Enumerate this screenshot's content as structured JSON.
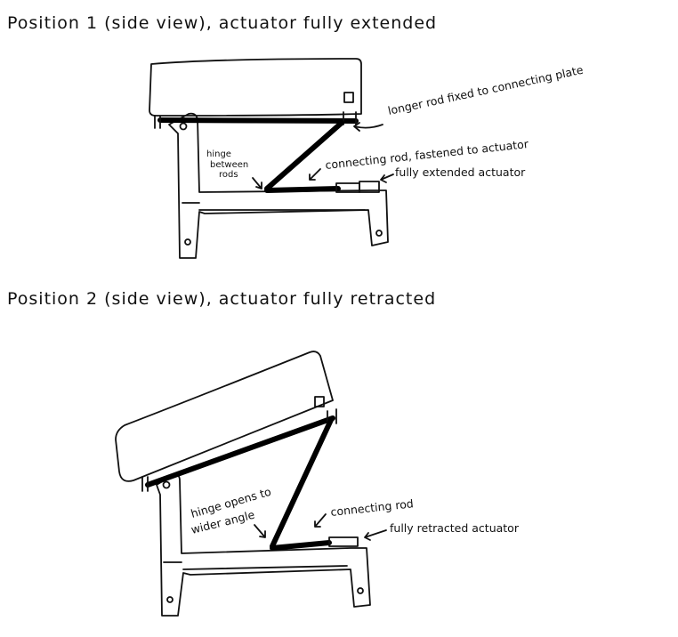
{
  "diagram1": {
    "title": "Position 1 (side view), actuator fully extended",
    "label_longer_rod": "longer rod fixed to connecting plate",
    "label_connecting_rod": "connecting rod, fastened to actuator",
    "label_actuator": "fully extended actuator",
    "label_hinge_line1": "hinge",
    "label_hinge_line2": "between",
    "label_hinge_line3": "rods"
  },
  "diagram2": {
    "title": "Position 2 (side view), actuator fully retracted",
    "label_hinge_line1": "hinge opens to",
    "label_hinge_line2": "wider angle",
    "label_connecting_rod": "connecting rod",
    "label_actuator": "fully retracted actuator"
  },
  "colors": {
    "ink": "#111111",
    "paper": "#ffffff"
  }
}
